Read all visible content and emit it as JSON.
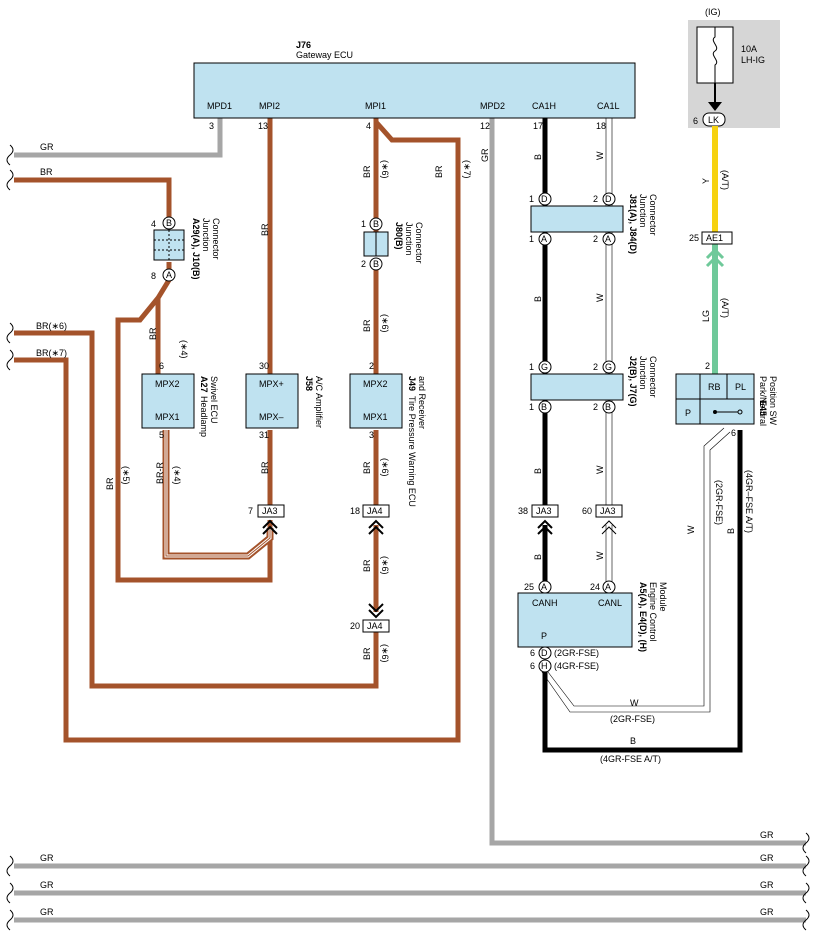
{
  "gateway": {
    "code": "J76",
    "name": "Gateway ECU",
    "terms": [
      "MPD1",
      "MPI2",
      "MPI1",
      "MPD2",
      "CA1H",
      "CA1L"
    ],
    "pins": [
      "3",
      "13",
      "4",
      "12",
      "17",
      "18"
    ]
  },
  "fuse": {
    "power": "(IG)",
    "amp": "10A",
    "name": "LH-IG",
    "pin": "6",
    "term": "LK"
  },
  "wires": {
    "gr": "GR",
    "br": "BR",
    "br6": "BR(∗6)",
    "br7": "BR(∗7)",
    "b": "B",
    "w": "W",
    "y": "Y",
    "lg": "LG",
    "brr": "BR-R",
    "n4": "(∗4)",
    "n5": "(∗5)",
    "n6": "(∗6)",
    "n7": "(∗7)",
    "at": "(A/T)",
    "gr2": "(2GR-FSE)",
    "gr4": "(4GR-FSE)",
    "gr4at": "(4GR-FSE A/T)",
    "gr4at2": "(4GR–FSE A/T)"
  },
  "jc_a29": {
    "code": "A29(A), J10(B)",
    "l1": "Junction",
    "l2": "Connector",
    "pinTop": "4",
    "termTop": "B",
    "pinBot": "8",
    "termBot": "A"
  },
  "jc_j80": {
    "code": "J80(B)",
    "l1": "Junction",
    "l2": "Connector",
    "pinTop": "1",
    "termTop": "B",
    "pinBot": "2",
    "termBot": "B"
  },
  "jc_j81": {
    "code": "J81(A), J84(D)",
    "l1": "Junction",
    "l2": "Connector",
    "p1": "1",
    "t1": "D",
    "p2": "2",
    "t2": "D",
    "p3": "1",
    "t3": "A",
    "p4": "2",
    "t4": "A"
  },
  "jc_j2": {
    "code": "J2(B), J7(G)",
    "l1": "Junction",
    "l2": "Connector",
    "p1": "1",
    "t1": "G",
    "p2": "2",
    "t2": "G",
    "p3": "1",
    "t3": "B",
    "p4": "2",
    "t4": "B"
  },
  "a27": {
    "code": "A27",
    "l1": "Headlamp",
    "l2": "Swivel ECU",
    "t1": "MPX2",
    "t2": "MPX1",
    "pin1": "6",
    "pin2": "5"
  },
  "j58": {
    "code": "J58",
    "l1": "A/C Amplifier",
    "t1": "MPX+",
    "t2": "MPX–",
    "pin1": "30",
    "pin2": "31"
  },
  "j49": {
    "code": "J49",
    "l1": "Tire Pressure Warning ECU",
    "l2": "and Receiver",
    "t1": "MPX2",
    "t2": "MPX1",
    "pin1": "2",
    "pin2": "3"
  },
  "e45": {
    "code": "E45",
    "l1": "Park/Neutral",
    "l2": "Position SW",
    "rb": "RB",
    "pl": "PL",
    "p": "P",
    "pinTop": "2",
    "pinBot": "6"
  },
  "ecm": {
    "code": "A5(A), E4(D), (H)",
    "l1": "Engine Control",
    "l2": "Module",
    "canh": "CANH",
    "canl": "CANL",
    "p": "P",
    "pinH": "25",
    "termH": "A",
    "pinL": "24",
    "termL": "A",
    "pinD": "6",
    "termD": "D",
    "pinHH": "6",
    "termHH": "H"
  },
  "ja": {
    "ja3": "JA3",
    "ja4": "JA4",
    "n7": "7",
    "n18": "18",
    "n20": "20",
    "n38": "38",
    "n60": "60"
  },
  "ae1": {
    "pin": "25",
    "name": "AE1"
  }
}
